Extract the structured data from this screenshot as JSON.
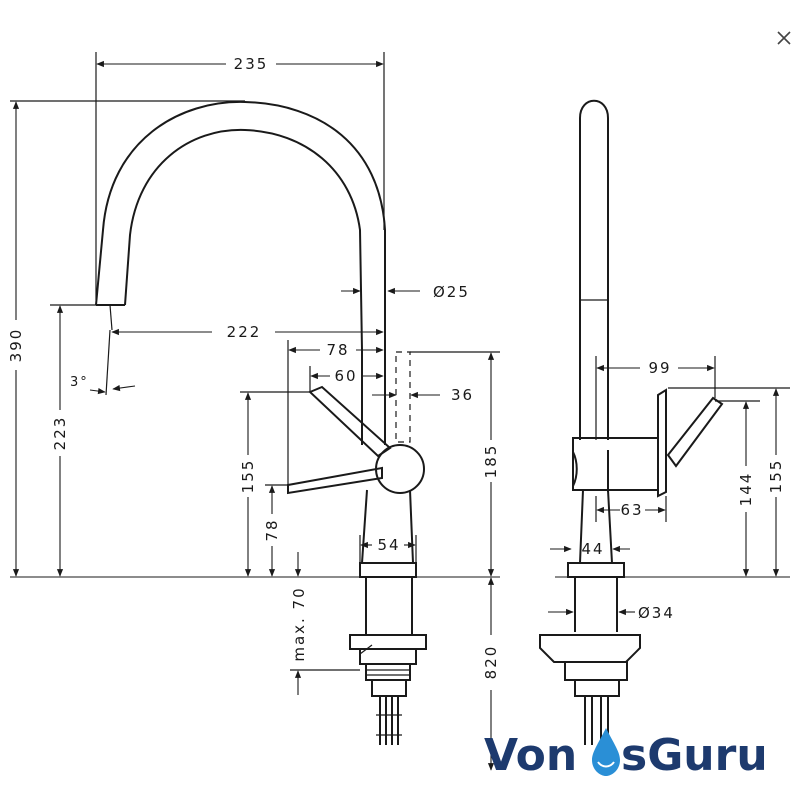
{
  "window": {
    "close_icon": "close-icon"
  },
  "front_view": {
    "dims": {
      "width_235": "235",
      "height_390": "390",
      "spout_dia": "Ø25",
      "reach_222": "222",
      "lever_78": "78",
      "lever_60": "60",
      "angle": "3°",
      "body_36": "36",
      "outlet_223": "223",
      "height_185": "185",
      "lever_155": "155",
      "lever_low_78": "78",
      "base_54": "54",
      "max_70": "max. 70",
      "hose_820": "820"
    }
  },
  "side_view": {
    "dims": {
      "depth_99": "99",
      "handle_63": "63",
      "height_144": "144",
      "height_155": "155",
      "base_44": "44",
      "shank_34": "Ø34"
    }
  },
  "watermark": {
    "part1": "Von",
    "part2": "sGuru",
    "brand_color": "#1d3a6e",
    "accent_color": "#2a8fd6"
  },
  "colors": {
    "line": "#1a1a1a",
    "background": "#ffffff"
  }
}
